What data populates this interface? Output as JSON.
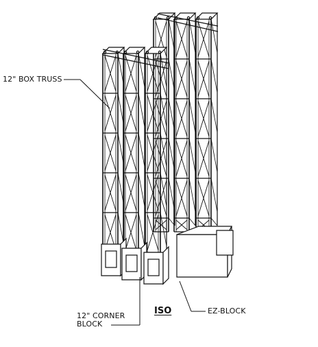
{
  "labels": {
    "box_truss": "12\" BOX TRUSS",
    "corner_block_line1": "12\" CORNER",
    "corner_block_line2": "BLOCK",
    "ez_block": "EZ-BLOCK",
    "view_name": "ISO"
  },
  "colors": {
    "ink": "#111111",
    "background": "#ffffff"
  }
}
